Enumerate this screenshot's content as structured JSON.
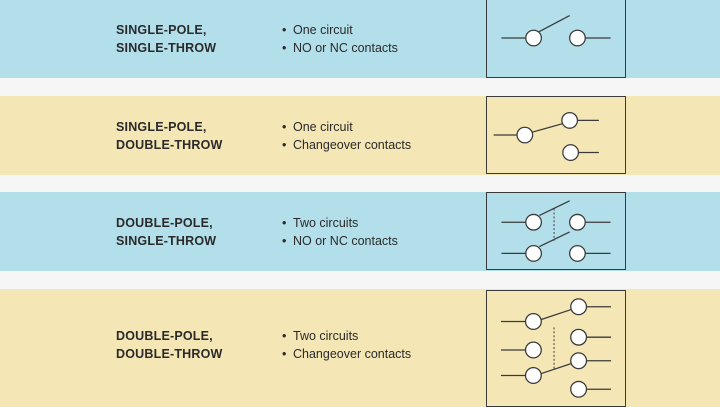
{
  "rows": [
    {
      "label_line1": "SINGLE-POLE,",
      "label_line2": "SINGLE-THROW",
      "bullet1": "One circuit",
      "bullet2": "NO or NC contacts",
      "band_color": "#b3dfeb"
    },
    {
      "label_line1": "SINGLE-POLE,",
      "label_line2": "DOUBLE-THROW",
      "bullet1": "One circuit",
      "bullet2": "Changeover contacts",
      "band_color": "#f4e6b5"
    },
    {
      "label_line1": "DOUBLE-POLE,",
      "label_line2": "SINGLE-THROW",
      "bullet1": "Two circuits",
      "bullet2": "NO or NC contacts",
      "band_color": "#b3dfeb"
    },
    {
      "label_line1": "DOUBLE-POLE,",
      "label_line2": "DOUBLE-THROW",
      "bullet1": "Two circuits",
      "bullet2": "Changeover contacts",
      "band_color": "#f4e6b5"
    }
  ]
}
